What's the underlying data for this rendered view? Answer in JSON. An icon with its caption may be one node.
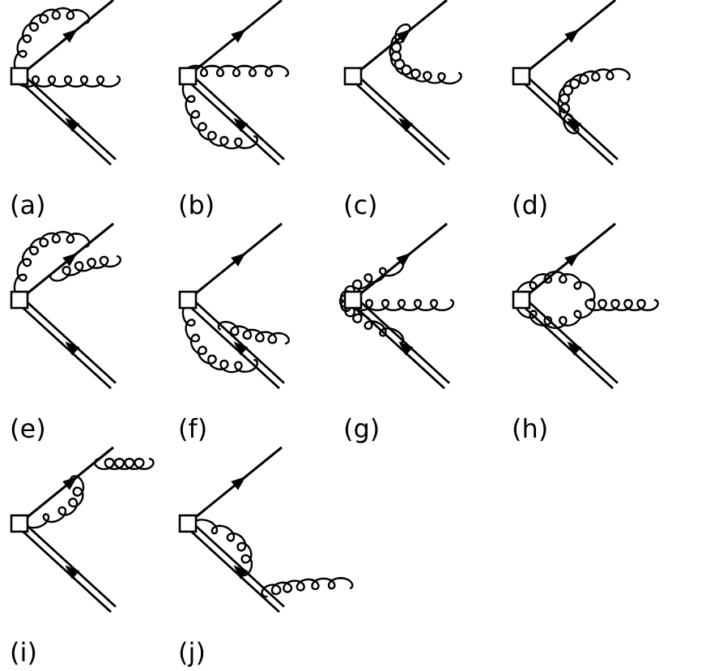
{
  "diagram": {
    "labels": [
      "(a)",
      "(b)",
      "(c)",
      "(d)",
      "(e)",
      "(f)",
      "(g)",
      "(h)",
      "(i)",
      "(j)"
    ]
  }
}
